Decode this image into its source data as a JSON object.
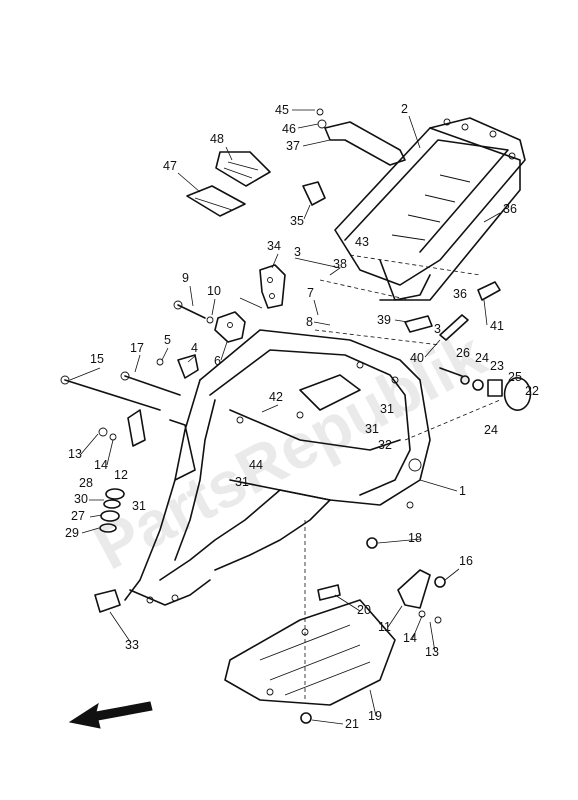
{
  "watermark_text": "PartsRepublik",
  "callouts": [
    {
      "id": "c45",
      "label": "45"
    },
    {
      "id": "c46",
      "label": "46"
    },
    {
      "id": "c37",
      "label": "37"
    },
    {
      "id": "c2",
      "label": "2"
    },
    {
      "id": "c48",
      "label": "48"
    },
    {
      "id": "c47",
      "label": "47"
    },
    {
      "id": "c35",
      "label": "35"
    },
    {
      "id": "c36a",
      "label": "36"
    },
    {
      "id": "c43",
      "label": "43"
    },
    {
      "id": "c34",
      "label": "34"
    },
    {
      "id": "c3a",
      "label": "3"
    },
    {
      "id": "c38",
      "label": "38"
    },
    {
      "id": "c36b",
      "label": "36"
    },
    {
      "id": "c9",
      "label": "9"
    },
    {
      "id": "c10",
      "label": "10"
    },
    {
      "id": "c7",
      "label": "7"
    },
    {
      "id": "c8",
      "label": "8"
    },
    {
      "id": "c39",
      "label": "39"
    },
    {
      "id": "c3b",
      "label": "3"
    },
    {
      "id": "c41",
      "label": "41"
    },
    {
      "id": "c40",
      "label": "40"
    },
    {
      "id": "c26",
      "label": "26"
    },
    {
      "id": "c24a",
      "label": "24"
    },
    {
      "id": "c23",
      "label": "23"
    },
    {
      "id": "c25",
      "label": "25"
    },
    {
      "id": "c22",
      "label": "22"
    },
    {
      "id": "c24b",
      "label": "24"
    },
    {
      "id": "c5",
      "label": "5"
    },
    {
      "id": "c4",
      "label": "4"
    },
    {
      "id": "c6",
      "label": "6"
    },
    {
      "id": "c15",
      "label": "15"
    },
    {
      "id": "c17",
      "label": "17"
    },
    {
      "id": "c42",
      "label": "42"
    },
    {
      "id": "c31a",
      "label": "31"
    },
    {
      "id": "c31b",
      "label": "31"
    },
    {
      "id": "c32",
      "label": "32"
    },
    {
      "id": "c13a",
      "label": "13"
    },
    {
      "id": "c14a",
      "label": "14"
    },
    {
      "id": "c12",
      "label": "12"
    },
    {
      "id": "c44",
      "label": "44"
    },
    {
      "id": "c1",
      "label": "1"
    },
    {
      "id": "c31c",
      "label": "31"
    },
    {
      "id": "c28",
      "label": "28"
    },
    {
      "id": "c30",
      "label": "30"
    },
    {
      "id": "c27",
      "label": "27"
    },
    {
      "id": "c31d",
      "label": "31"
    },
    {
      "id": "c29",
      "label": "29"
    },
    {
      "id": "c18",
      "label": "18"
    },
    {
      "id": "c16",
      "label": "16"
    },
    {
      "id": "c20",
      "label": "20"
    },
    {
      "id": "c11",
      "label": "11"
    },
    {
      "id": "c14b",
      "label": "14"
    },
    {
      "id": "c13b",
      "label": "13"
    },
    {
      "id": "c33",
      "label": "33"
    },
    {
      "id": "c19",
      "label": "19"
    },
    {
      "id": "c21",
      "label": "21"
    }
  ]
}
